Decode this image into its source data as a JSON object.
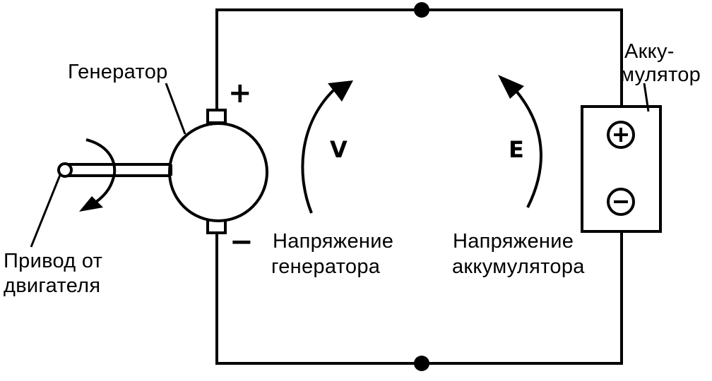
{
  "labels": {
    "generator": "Генератор",
    "drive_line1": "Привод от",
    "drive_line2": "двигателя",
    "battery_line1": "Акку-",
    "battery_line2": "мулятор",
    "gen_voltage_line1": "Напряжение",
    "gen_voltage_line2": "генератора",
    "bat_voltage_line1": "Напряжение",
    "bat_voltage_line2": "аккумулятора",
    "v_symbol": "V",
    "e_symbol": "E",
    "plus_sign": "+",
    "minus_sign": "−"
  },
  "colors": {
    "ink": "#000000",
    "paper": "#ffffff"
  }
}
